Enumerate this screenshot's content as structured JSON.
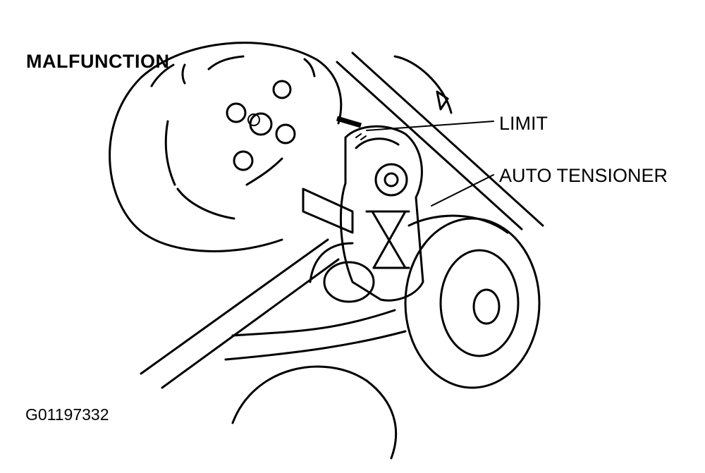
{
  "diagram": {
    "title": "MALFUNCTION",
    "labels": {
      "limit": "LIMIT",
      "auto_tensioner": "AUTO TENSIONER"
    },
    "figure_id": "G01197332",
    "colors": {
      "ink": "#000000",
      "background": "#ffffff"
    }
  }
}
